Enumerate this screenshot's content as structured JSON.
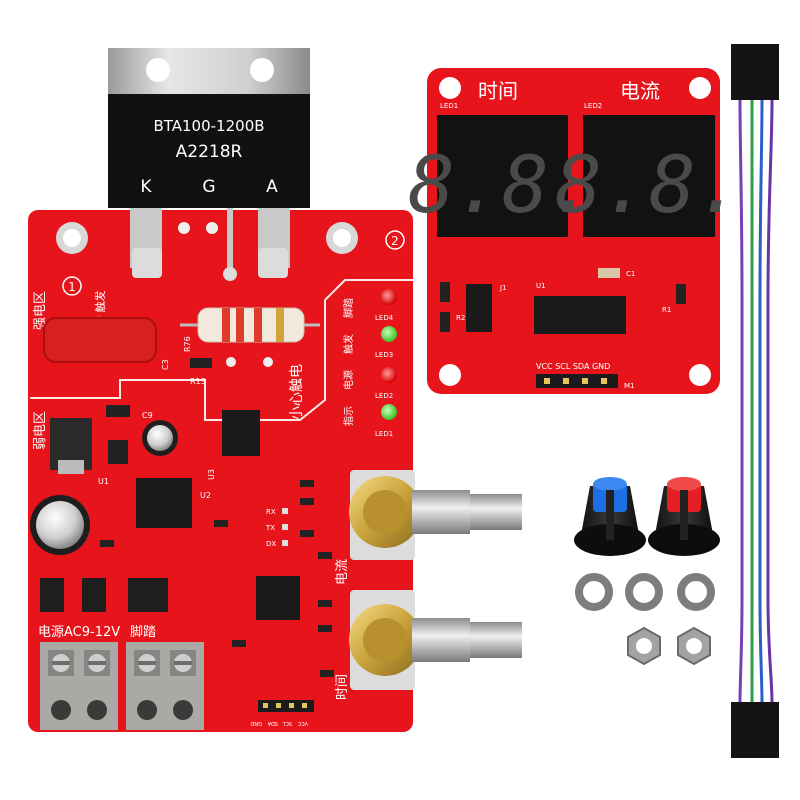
{
  "triac": {
    "part_number": "BTA100-1200B",
    "lot_code": "A2218R",
    "pin_k": "K",
    "pin_g": "G",
    "pin_a": "A"
  },
  "main_board": {
    "strong_zone": "强电区",
    "weak_zone": "弱电区",
    "circle_1": "1",
    "circle_2": "2",
    "foot_trigger": "脚踏 触发",
    "touch_warning": "小心触电",
    "power_label": "电源AC9-12V",
    "pedal_label": "脚踏",
    "current_label": "电流",
    "time_label": "时间",
    "led_labels": [
      "LED4",
      "LED3",
      "LED2",
      "LED1"
    ],
    "status_labels": [
      "脚踏",
      "触发",
      "电源",
      "指示"
    ],
    "connector_pins": [
      "GND",
      "SDA",
      "SCL",
      "VCC"
    ],
    "side_pins": [
      "RX",
      "TX",
      "DX"
    ],
    "chip_u1": "U1",
    "chip_u2": "U2",
    "chip_u3": "U3",
    "ref_r13": "R13",
    "ref_r76": "R76",
    "ref_c3": "C3",
    "ref_c9": "C9"
  },
  "display_board": {
    "left_title": "时间",
    "right_title": "电流",
    "led1": "LED1",
    "led2": "LED2",
    "left_digits": "8.8.",
    "right_digits": "8.8.",
    "pins": "VCC SCL SDA GND",
    "u1": "U1",
    "c1": "C1",
    "r1": "R1",
    "r2": "R2",
    "j1": "J1",
    "m1": "M1"
  },
  "colors": {
    "pcb_red": "#e8141c",
    "knob_blue": "#1e6ee6",
    "knob_red": "#e51e25",
    "wire_purple": "#7a3fb4",
    "wire_green": "#2e9e4a",
    "wire_blue": "#2a5fc8"
  }
}
